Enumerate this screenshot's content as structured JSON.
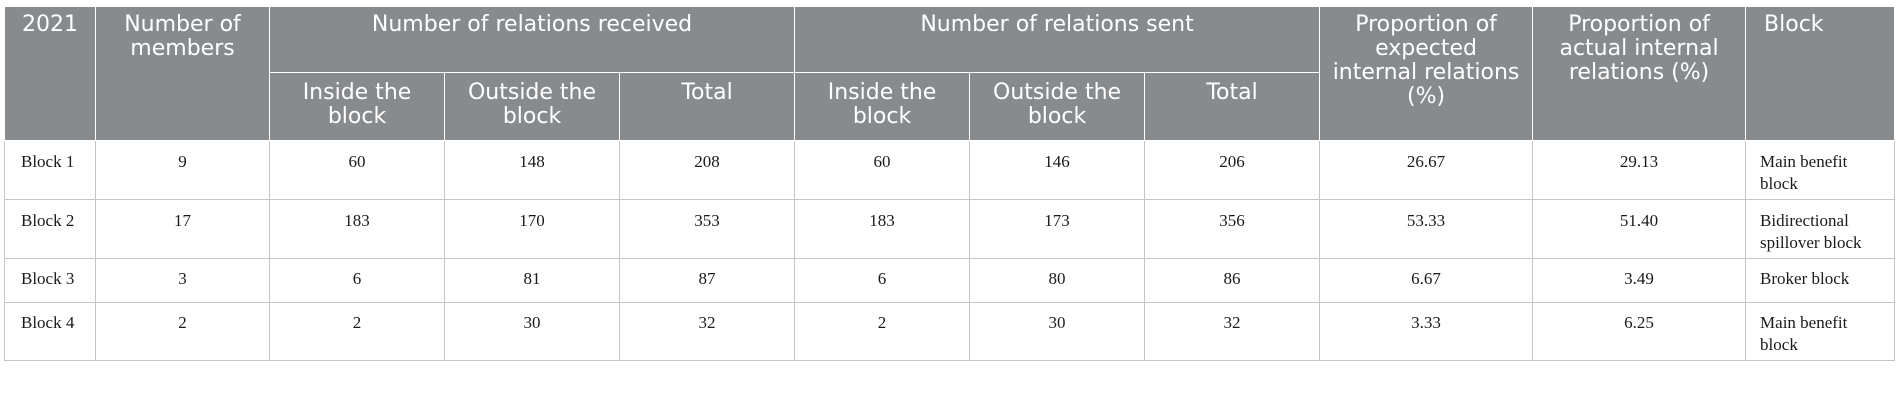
{
  "table": {
    "headers": {
      "year": "2021",
      "members": "Number of members",
      "received_group": "Number of relations received",
      "sent_group": "Number of relations sent",
      "expected": "Proportion of expected internal relations (%)",
      "actual": "Proportion of actual internal relations (%)",
      "block": "Block",
      "sub": {
        "inside": "Inside the block",
        "outside": "Outside the block",
        "total": "Total"
      }
    },
    "rows": [
      {
        "name": "Block 1",
        "members": "9",
        "recv_inside": "60",
        "recv_outside": "148",
        "recv_total": "208",
        "sent_inside": "60",
        "sent_outside": "146",
        "sent_total": "206",
        "expected": "26.67",
        "actual": "29.13",
        "block": "Main benefit block"
      },
      {
        "name": "Block 2",
        "members": "17",
        "recv_inside": "183",
        "recv_outside": "170",
        "recv_total": "353",
        "sent_inside": "183",
        "sent_outside": "173",
        "sent_total": "356",
        "expected": "53.33",
        "actual": "51.40",
        "block": "Bidirectional spillover block"
      },
      {
        "name": "Block 3",
        "members": "3",
        "recv_inside": "6",
        "recv_outside": "81",
        "recv_total": "87",
        "sent_inside": "6",
        "sent_outside": "80",
        "sent_total": "86",
        "expected": "6.67",
        "actual": "3.49",
        "block": "Broker block"
      },
      {
        "name": "Block 4",
        "members": "2",
        "recv_inside": "2",
        "recv_outside": "30",
        "recv_total": "32",
        "sent_inside": "2",
        "sent_outside": "30",
        "sent_total": "32",
        "expected": "3.33",
        "actual": "6.25",
        "block": "Main benefit block"
      }
    ]
  }
}
